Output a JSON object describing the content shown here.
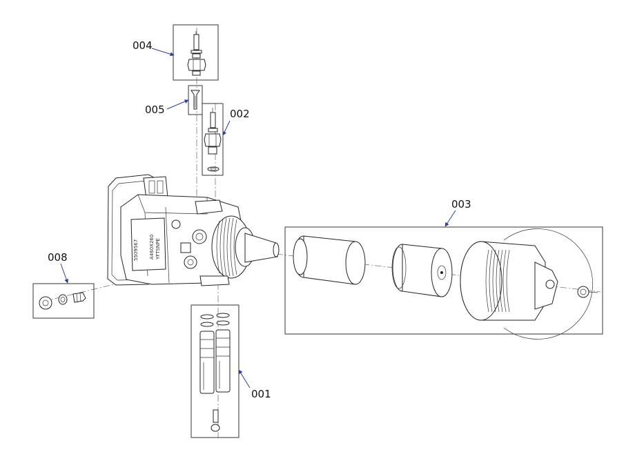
{
  "callouts": [
    {
      "id": "004",
      "text": "004"
    },
    {
      "id": "005",
      "text": "005"
    },
    {
      "id": "002",
      "text": "002"
    },
    {
      "id": "003",
      "text": "003"
    },
    {
      "id": "008",
      "text": "008"
    },
    {
      "id": "001",
      "text": "001"
    }
  ],
  "housing_stamps": {
    "part_number": "5509567",
    "code_1": "A460X260",
    "code_2": "YFTSNPE"
  },
  "colors": {
    "line": "#222222",
    "leader": "#2a3f8f",
    "centerline": "#777777"
  }
}
